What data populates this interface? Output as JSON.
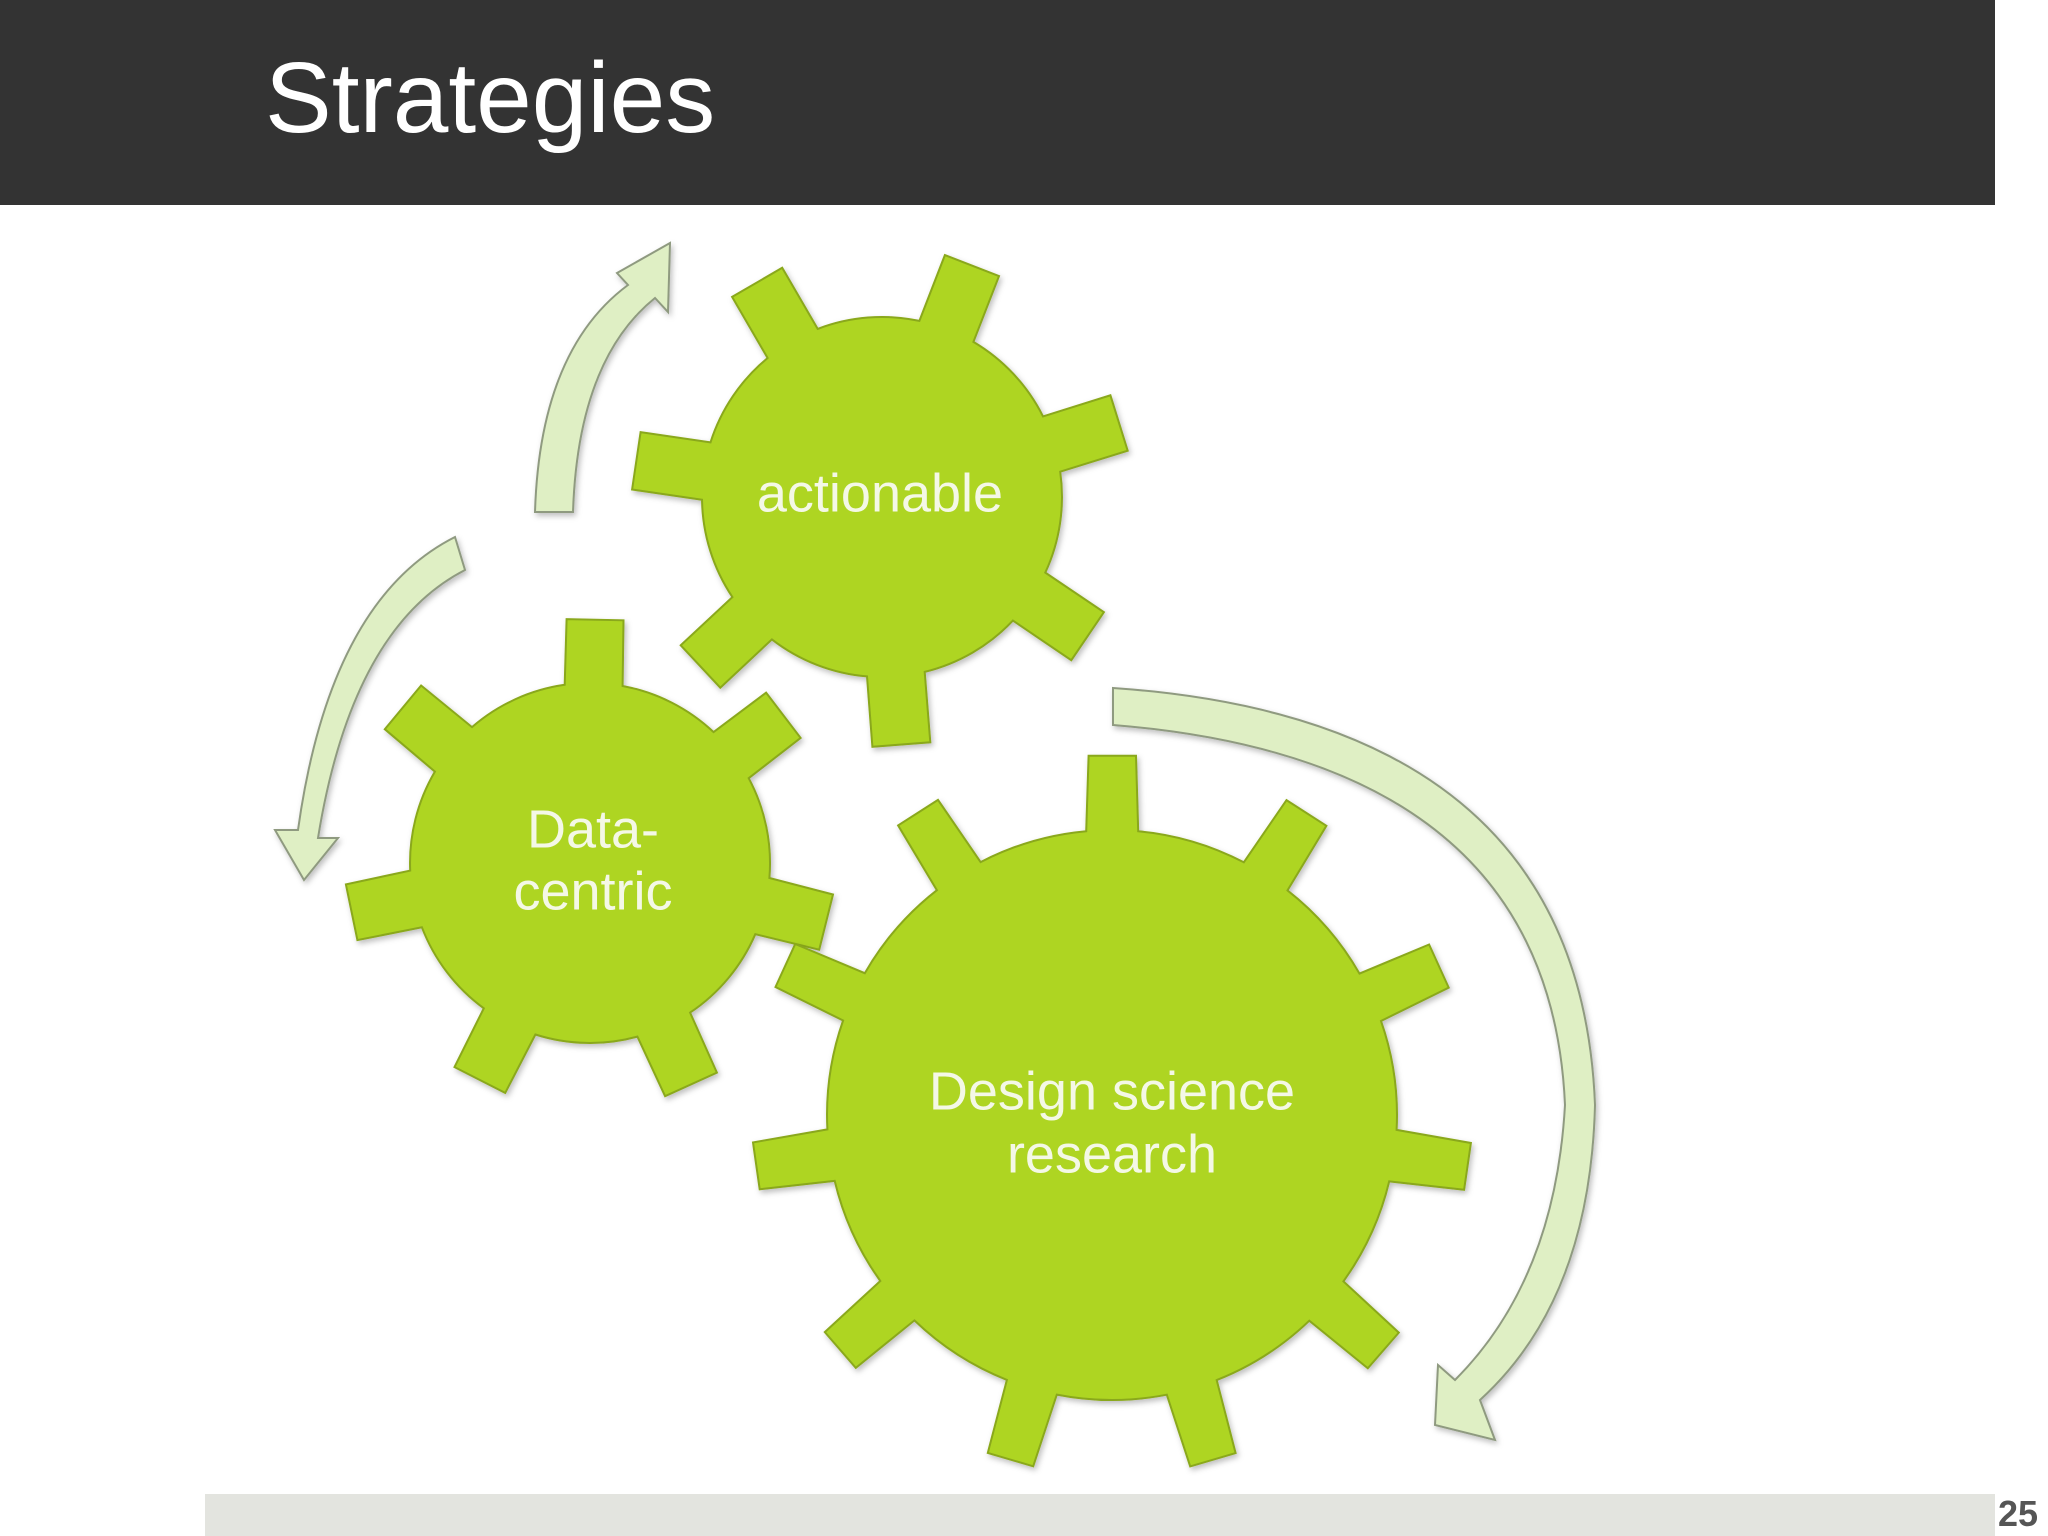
{
  "slide": {
    "title": "Strategies",
    "page_number": "25"
  },
  "colors": {
    "title_bar": "#333333",
    "gear_fill": "#aed523",
    "gear_stroke": "#8aa81a",
    "arrow_fill": "#dfefc4",
    "arrow_stroke": "#8f9a80",
    "footer_bar": "#e3e4df"
  },
  "gears": [
    {
      "name": "actionable",
      "label": "actionable"
    },
    {
      "name": "data-centric",
      "label_line1": "Data-",
      "label_line2": "centric"
    },
    {
      "name": "design-science-research",
      "label_line1": "Design science",
      "label_line2": "research"
    }
  ],
  "arrows": [
    {
      "name": "cycle-arrow-top",
      "icon": "curved-arrow-up-icon"
    },
    {
      "name": "cycle-arrow-left",
      "icon": "curved-arrow-down-icon"
    },
    {
      "name": "cycle-arrow-right",
      "icon": "curved-arrow-clockwise-icon"
    }
  ]
}
